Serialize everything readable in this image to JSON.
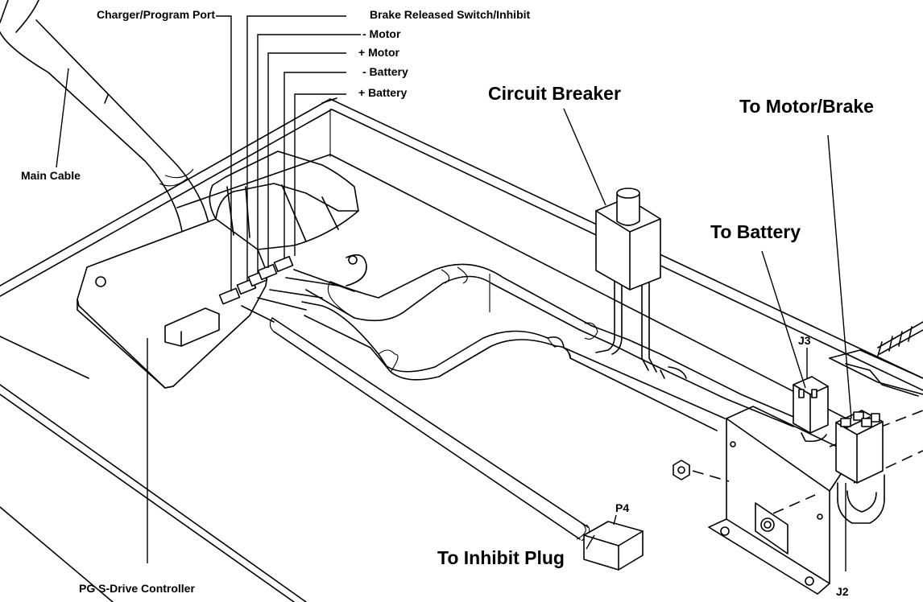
{
  "labels": {
    "charger_port": "Charger/Program Port",
    "brake_switch": "Brake Released Switch/Inhibit",
    "neg_motor": "- Motor",
    "pos_motor": "+ Motor",
    "neg_battery": "- Battery",
    "pos_battery": "+ Battery",
    "main_cable": "Main Cable",
    "circuit_breaker": "Circuit Breaker",
    "to_motor_brake": "To Motor/Brake",
    "to_battery": "To Battery",
    "j3": "J3",
    "j2": "J2",
    "p4": "P4",
    "to_inhibit_plug": "To Inhibit Plug",
    "controller": "PG S-Drive Controller"
  }
}
